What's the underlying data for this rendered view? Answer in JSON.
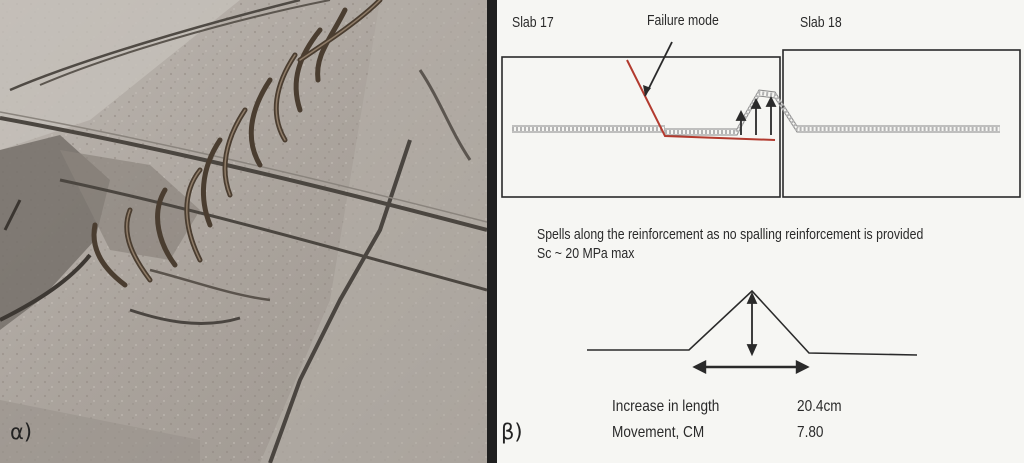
{
  "panels": {
    "photo": {
      "label": "α)"
    },
    "diagram": {
      "label": "β)"
    }
  },
  "diagram_top": {
    "slab_left_label": "Slab 17",
    "slab_right_label": "Slab 18",
    "failure_label": "Failure mode"
  },
  "notes": {
    "line1": "Spells along the reinforcement as no spalling reinforcement is provided",
    "line2": "Sc ~ 20 MPa max"
  },
  "results": {
    "row1": {
      "label": "Increase in length",
      "value": "20.4cm"
    },
    "row2": {
      "label": "Movement, CM",
      "value": "7.80"
    }
  },
  "colors": {
    "failure_line": "#b23a2e",
    "ink": "#2a2a2a",
    "paper": "#f6f6f3",
    "concrete": "#a9a49d"
  }
}
